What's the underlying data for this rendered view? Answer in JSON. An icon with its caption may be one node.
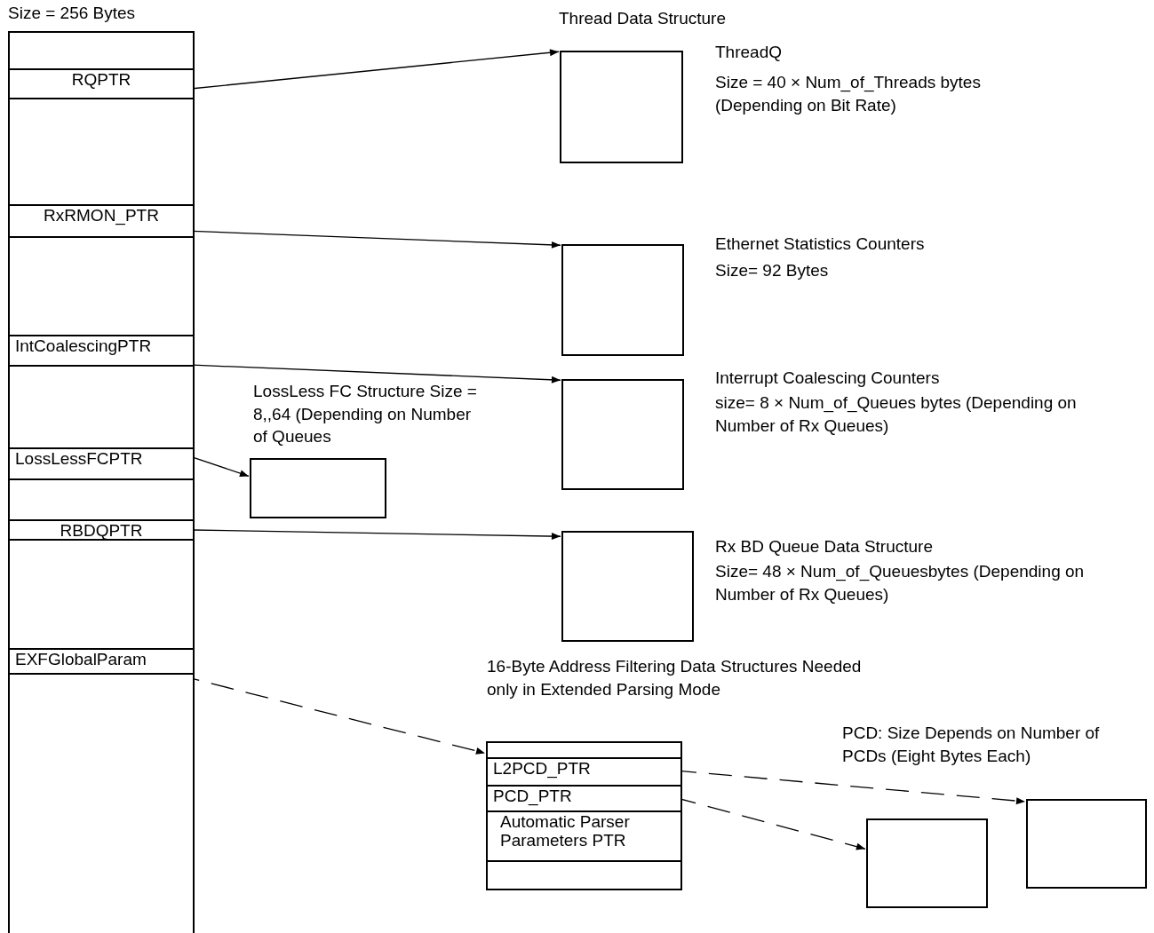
{
  "diagram": {
    "nodes": [
      {
        "text": [
          "Size = 256 Bytes"
        ]
      },
      {
        "text": [
          "RQPTR"
        ],
        "in": 0
      },
      {
        "text": [
          "RxRMON_PTR"
        ],
        "in": 0
      },
      {
        "text": [
          "IntCoalescingPTR"
        ],
        "in": 0
      },
      {
        "text": [
          "LossLessFCPTR"
        ],
        "in": 0
      },
      {
        "text": [
          "RBDQPTR"
        ],
        "in": 0
      },
      {
        "text": [
          "EXFGlobalParam"
        ],
        "in": 0
      },
      {
        "text": [],
        "shape": "box",
        "beside": [
          "ThreadQ",
          "Size = 40 × Num_of_Threads bytes (Depending on Bit Rate)"
        ]
      },
      {
        "text": [],
        "shape": "box",
        "beside": [
          "Ethernet Statistics Counters",
          "Size= 92 Bytes"
        ]
      },
      {
        "text": [],
        "shape": "box",
        "beside": [
          "Interrupt Coalescing Counters",
          "size= 8 × Num_of_Queues bytes (Depending on Number of Rx Queues)"
        ]
      },
      {
        "text": [],
        "shape": "box",
        "beside": [
          "LossLess FC Structure Size = 8,,64 (Depending on Number of Queues"
        ]
      },
      {
        "text": [],
        "shape": "box",
        "beside": [
          "Rx BD Queue Data Structure",
          "Size= 48 × Num_of_Queuesbytes (Depending on Number of Rx Queues)"
        ]
      },
      {
        "text": [],
        "shape": "box"
      },
      {
        "text": [
          "L2PCD_PTR"
        ],
        "in": 12
      },
      {
        "text": [
          "PCD_PTR"
        ],
        "in": 12
      },
      {
        "text": [
          "Automatic Parser Parameters PTR"
        ],
        "in": 12
      },
      {
        "text": [],
        "shape": "box"
      },
      {
        "text": [],
        "shape": "box",
        "beside": [
          "PCD: Size Depends on Number of PCDs (Eight Bytes Each)"
        ]
      }
    ],
    "edges": [
      {
        "from": 1,
        "to": 7,
        "arrow": "to"
      },
      {
        "from": 2,
        "to": 8,
        "arrow": "to"
      },
      {
        "from": 3,
        "to": 9,
        "arrow": "to"
      },
      {
        "from": 4,
        "to": 10,
        "arrow": "to"
      },
      {
        "from": 5,
        "to": 11,
        "arrow": "to"
      },
      {
        "from": 6,
        "to": 12,
        "arrow": "to",
        "style": "dashed"
      },
      {
        "from": 13,
        "to": 17,
        "arrow": "to",
        "style": "dashed"
      },
      {
        "from": 14,
        "to": 16,
        "arrow": "to",
        "style": "dashed"
      }
    ],
    "labels": [
      "Thread Data Structure",
      "16-Byte Address Filtering Data Structures Needed only in Extended Parsing Mode"
    ]
  }
}
